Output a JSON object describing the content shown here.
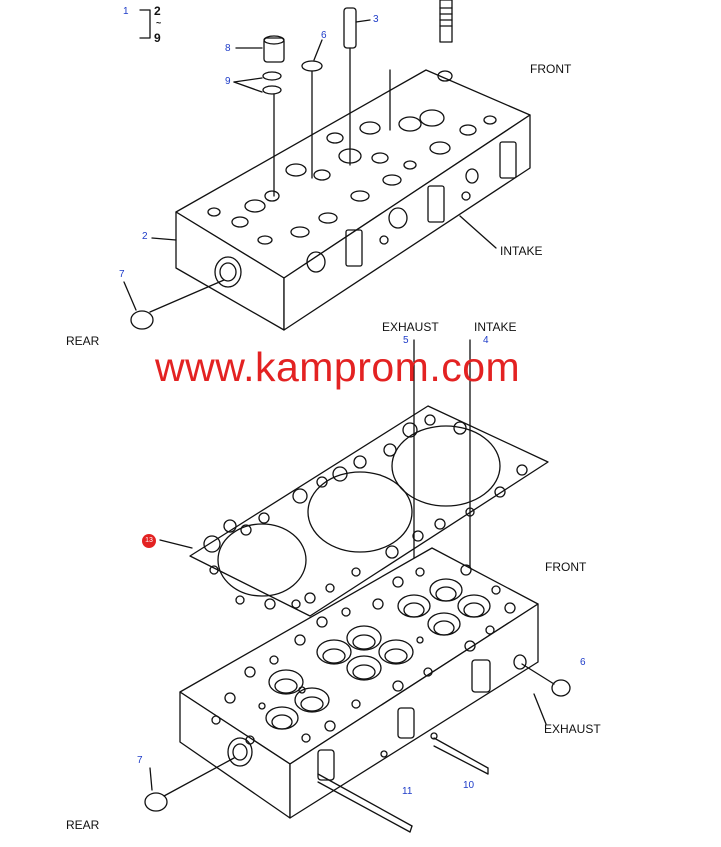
{
  "labels": {
    "front_top": "FRONT",
    "rear_top": "REAR",
    "intake_top": "INTAKE",
    "exhaust_mid": "EXHAUST",
    "intake_mid": "INTAKE",
    "front_bottom": "FRONT",
    "exhaust_bottom": "EXHAUST",
    "rear_bottom": "REAR"
  },
  "callouts": {
    "c1": "1",
    "c2": "2",
    "c_range": "~",
    "c9": "9",
    "c8": "8",
    "c9b": "9",
    "c6": "6",
    "c3": "3",
    "c2b": "2",
    "c7": "7",
    "c5": "5",
    "c4": "4",
    "c13": "13",
    "c6b": "6",
    "c7b": "7",
    "c10": "10",
    "c11": "11"
  },
  "watermark": "www.kamprom.com",
  "colors": {
    "line": "#111111",
    "callout": "#1e3cc8",
    "watermark": "#e32222"
  }
}
